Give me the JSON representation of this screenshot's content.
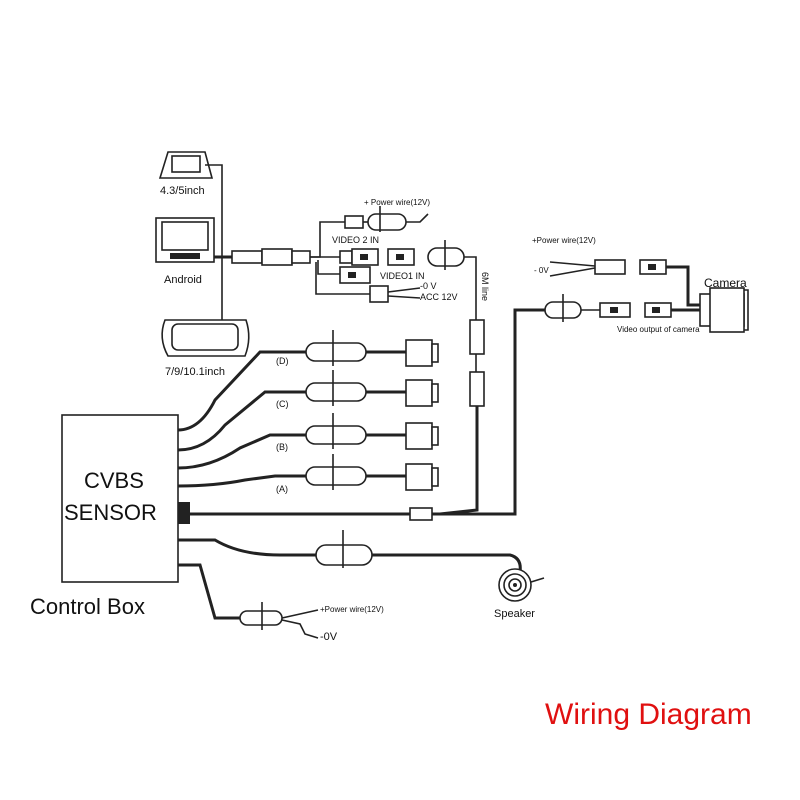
{
  "monitors": {
    "small": "4.3/5inch",
    "android": "Android",
    "mirror": "7/9/10.1inch"
  },
  "harness": {
    "power_wire": "+ Power wire(12V)",
    "video2": "VIDEO 2 IN",
    "video1": "VIDEO1 IN",
    "zero_v": "-0 V",
    "acc": "ACC 12V",
    "line": "6M line"
  },
  "camera": {
    "label": "Camera",
    "power_wire": "+Power wire(12V)",
    "zero_v": "- 0V",
    "video_output": "Video output of camera"
  },
  "sensors": [
    "(D)",
    "(C)",
    "(B)",
    "(A)"
  ],
  "control_box": {
    "line1": "CVBS",
    "line2": "SENSOR",
    "label": "Control Box",
    "power_wire": "+Power wire(12V)",
    "zero_v": "-0V"
  },
  "speaker": "Speaker",
  "title": "Wiring Diagram",
  "colors": {
    "title": "#e01010"
  }
}
